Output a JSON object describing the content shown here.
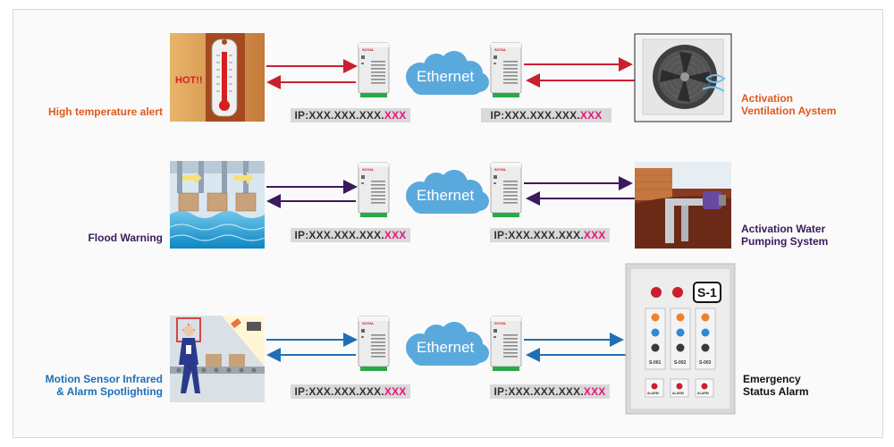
{
  "colors": {
    "red": "#c8202e",
    "purple": "#3b1a5c",
    "blue": "#1f6fb5",
    "cloud": "#5aa9dc"
  },
  "ethernet_label": "Ethernet",
  "device_brand": "SOYAL",
  "hot_text": "HOT!!",
  "rows": [
    {
      "left_label": "High temperature alert",
      "right_label_line1": "Activation",
      "right_label_line2": "Ventilation Aystem",
      "ip_left": {
        "prefix": "IP:XXX.XXX.XXX.",
        "suffix": "XXX"
      },
      "ip_right": {
        "prefix": "IP:XXX.XXX.XXX.",
        "suffix": "XXX"
      },
      "color": "red"
    },
    {
      "left_label": "Flood Warning",
      "right_label_line1": "Activation Water",
      "right_label_line2": "Pumping System",
      "ip_left": {
        "prefix": "IP:XXX.XXX.XXX.",
        "suffix": "XXX"
      },
      "ip_right": {
        "prefix": "IP:XXX.XXX.XXX.",
        "suffix": "XXX"
      },
      "color": "purple"
    },
    {
      "left_label_line1": "Motion Sensor Infrared",
      "left_label_line2": "& Alarm Spotlighting",
      "right_label_line1": "Emergency",
      "right_label_line2": "Status Alarm",
      "ip_left": {
        "prefix": "IP:XXX.XXX.XXX.",
        "suffix": "XXX"
      },
      "ip_right": {
        "prefix": "IP:XXX.XXX.XXX.",
        "suffix": "XXX"
      },
      "color": "blue"
    }
  ],
  "panel": {
    "title": "S-1",
    "switch_labels": [
      "S-001",
      "S-002",
      "S-003"
    ],
    "alarm_button_label": "ALARM"
  }
}
